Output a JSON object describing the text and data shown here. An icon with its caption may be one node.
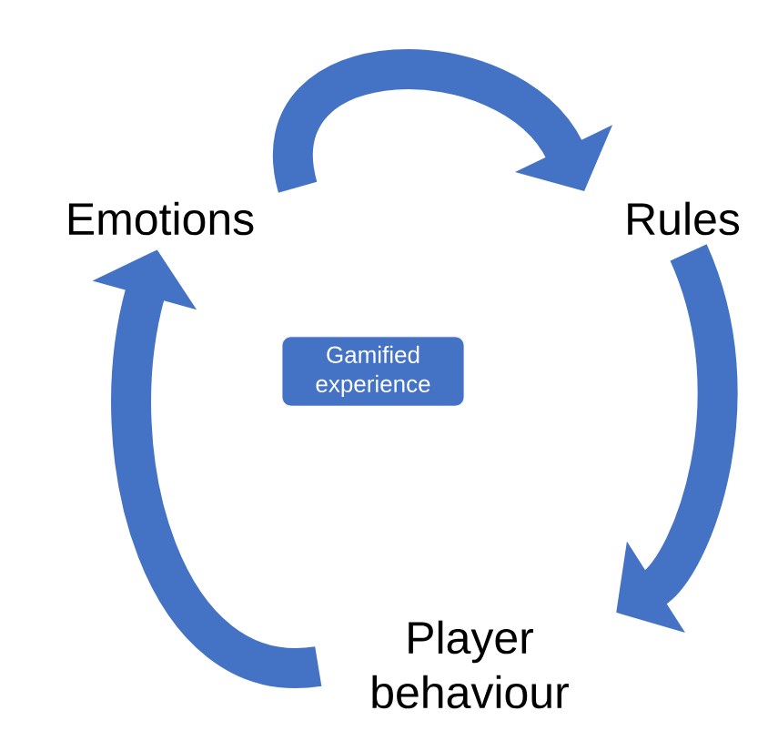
{
  "diagram": {
    "nodes": [
      {
        "text": [
          "Emotions"
        ]
      },
      {
        "text": [
          "Rules"
        ]
      },
      {
        "text": [
          "Player behaviour"
        ]
      },
      {
        "text": [
          "Gamified experience"
        ]
      }
    ],
    "edges": [
      {
        "from": 0,
        "to": 1,
        "arrow": "to",
        "color": "#4472c4"
      },
      {
        "from": 1,
        "to": 2,
        "arrow": "to",
        "color": "#4472c4"
      },
      {
        "from": 2,
        "to": 0,
        "arrow": "to",
        "color": "#4472c4"
      }
    ]
  }
}
